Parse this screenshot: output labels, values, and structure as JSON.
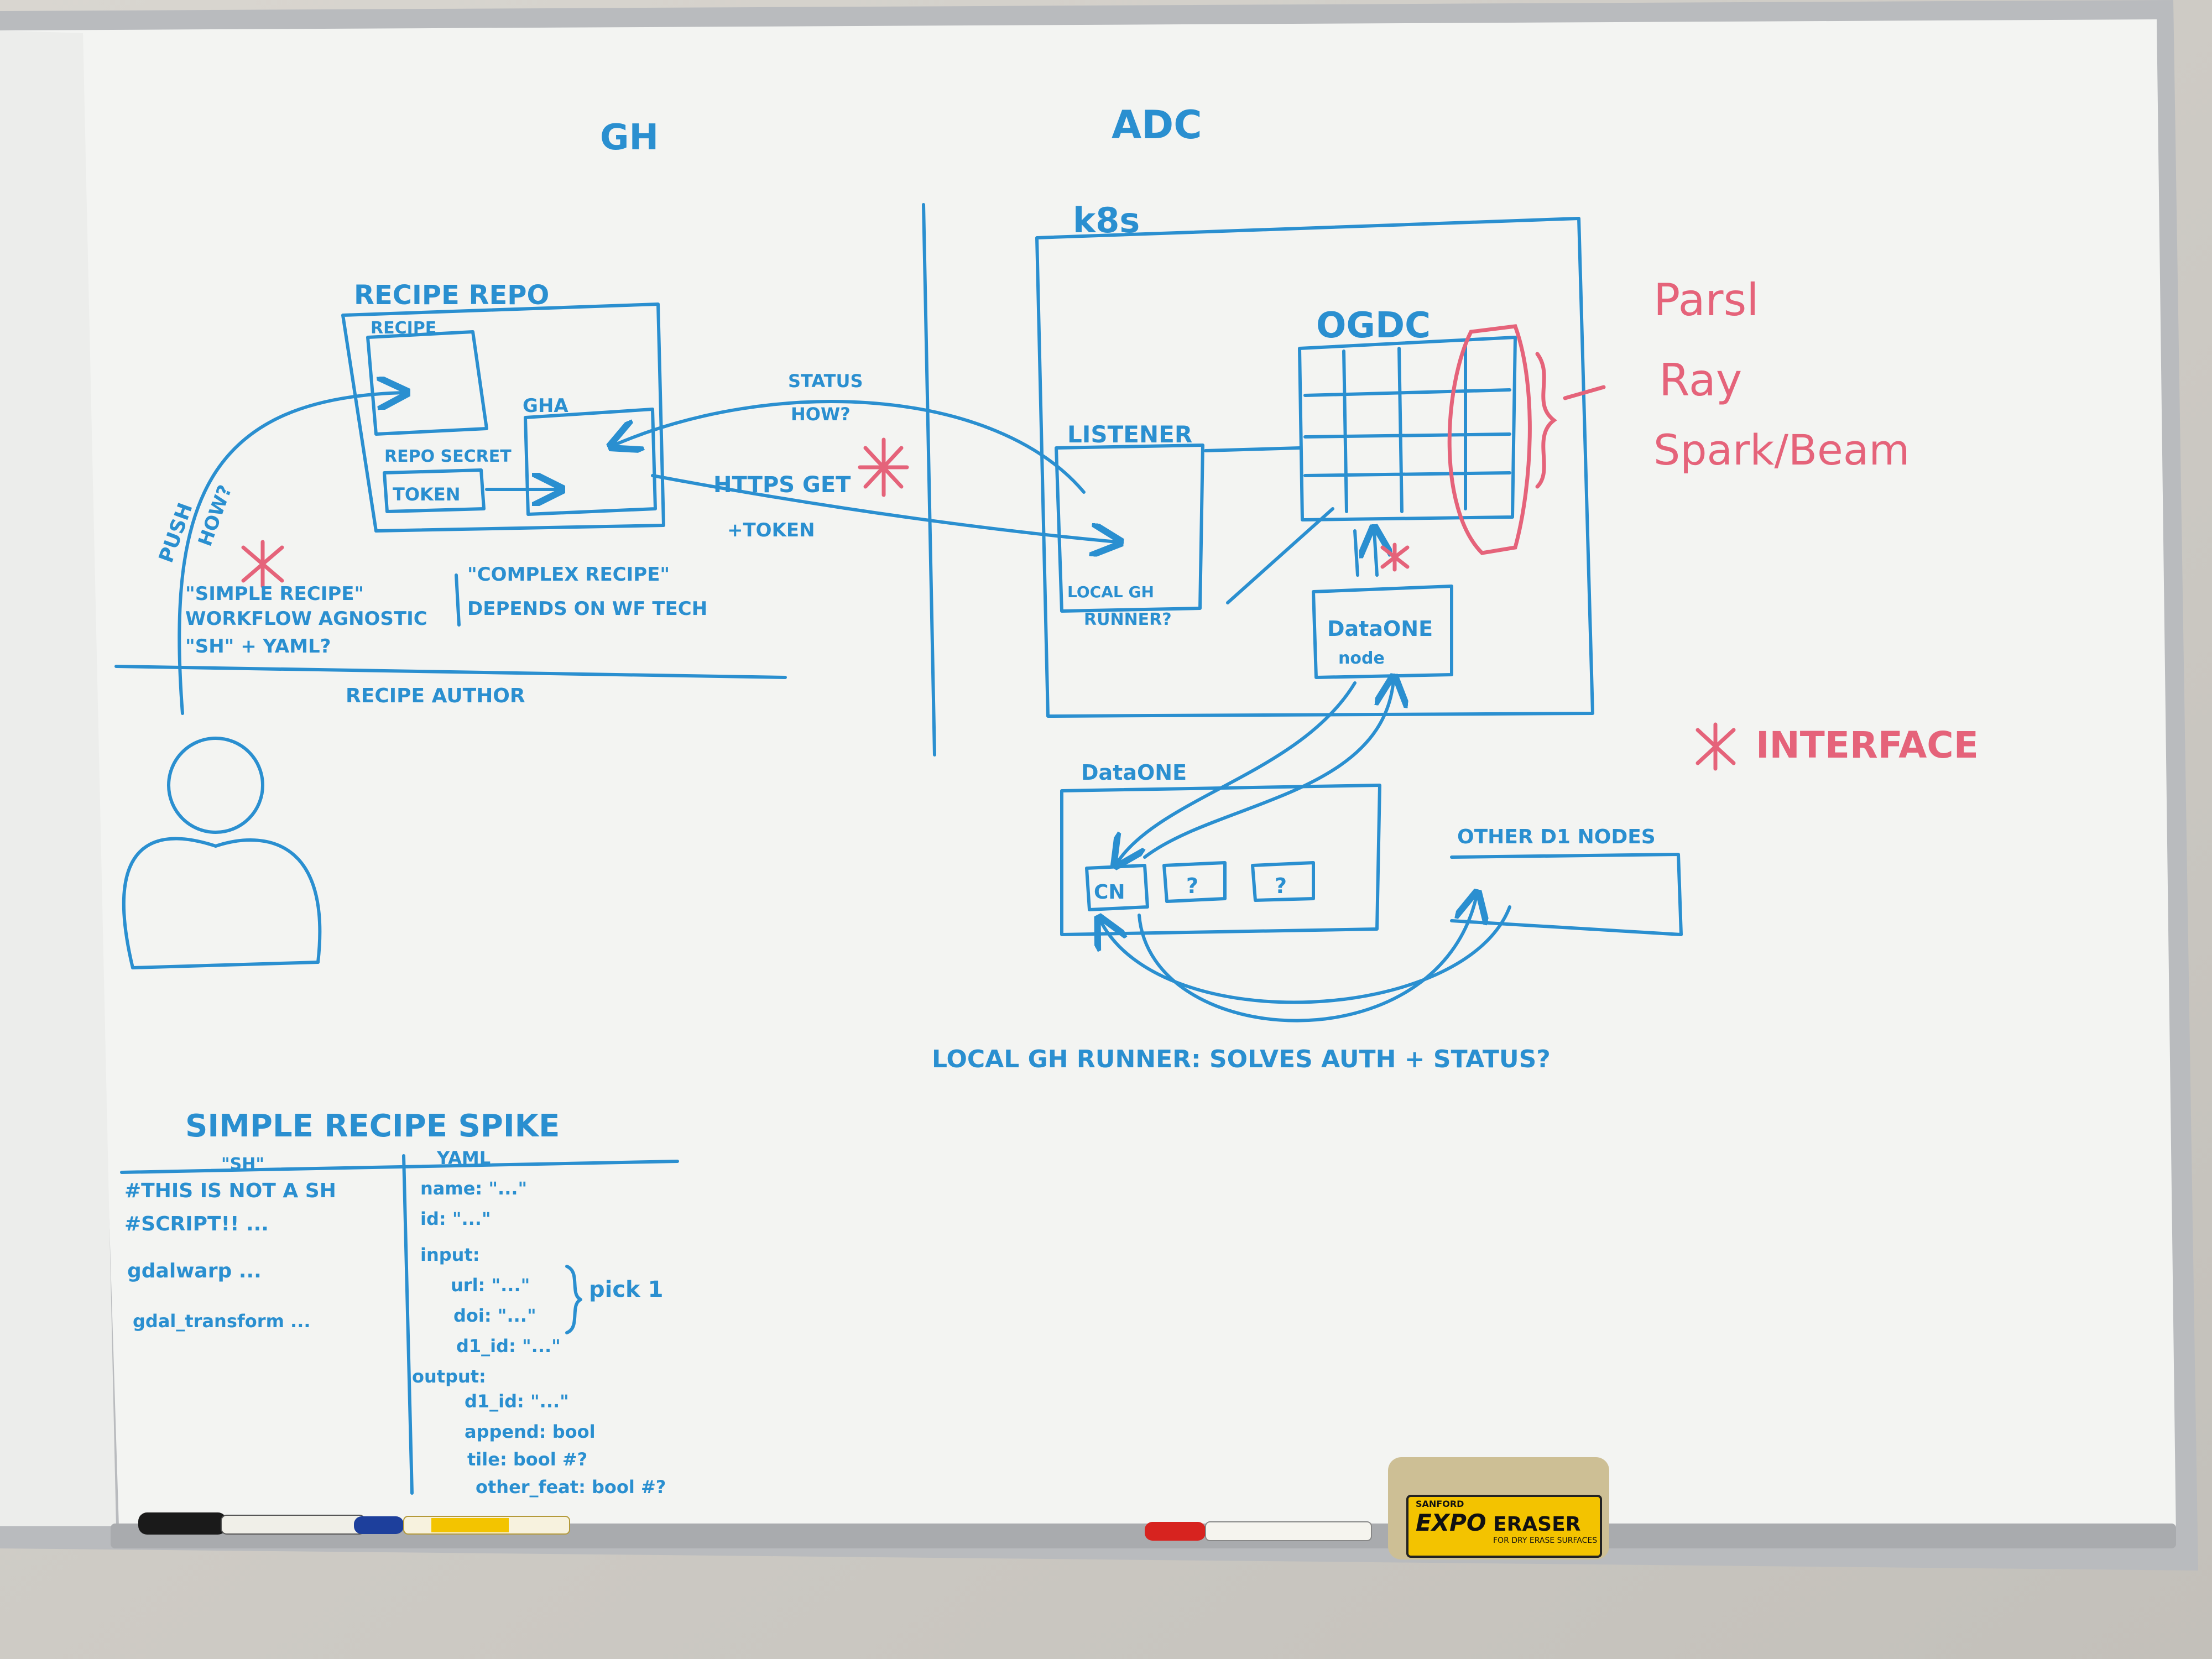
{
  "gh_section": {
    "title": "GH",
    "recipe_repo": {
      "title": "RECIPE REPO",
      "recipe_box": "RECIPE",
      "gha_box": "GHA",
      "repo_secret": "REPO SECRET",
      "token": "TOKEN"
    },
    "push_label": "PUSH",
    "how_label": "HOW?",
    "simple_recipe": [
      "\"SIMPLE RECIPE\"",
      "WORKFLOW AGNOSTIC",
      "\"SH\" + YAML?"
    ],
    "complex_recipe": [
      "\"COMPLEX RECIPE\"",
      "DEPENDS ON WF TECH"
    ],
    "recipe_author": "RECIPE AUTHOR"
  },
  "adc_section": {
    "title": "ADC",
    "k8s": "k8s",
    "ogdc": "OGDC",
    "listener": "LISTENER",
    "local_gh_runner": [
      "LOCAL GH",
      "RUNNER?"
    ],
    "dataone_node": [
      "DataONE",
      "node"
    ]
  },
  "arrows": {
    "status": "STATUS",
    "status_how": "HOW?",
    "https_get": "HTTPS GET",
    "token": "+TOKEN"
  },
  "engines": [
    "Parsl",
    "Ray",
    "Spark/Beam"
  ],
  "legend": "INTERFACE",
  "dataone": {
    "title": "DataONE",
    "cn": "CN",
    "unknown_1": "?",
    "unknown_2": "?",
    "other_nodes": "OTHER D1 NODES"
  },
  "runner_note": "LOCAL GH RUNNER: SOLVES AUTH + STATUS?",
  "spike": {
    "title": "SIMPLE RECIPE SPIKE",
    "sh_header": "\"SH\"",
    "yaml_header": "YAML",
    "sh_lines": [
      "#THIS IS NOT A SH",
      "#SCRIPT!! ...",
      "gdalwarp ...",
      "gdal_transform ..."
    ],
    "yaml_lines": [
      "name: \"...\"",
      "id: \"...\"",
      "input:",
      "url: \"...\"",
      "doi: \"...\"",
      "d1_id: \"...\"",
      "output:",
      "d1_id: \"...\"",
      "append: bool",
      "tile: bool #?",
      "other_feat: bool #?"
    ],
    "pick_note": "pick 1"
  },
  "tray": {
    "eraser_brand": "SANFORD",
    "eraser_logo": "EXPO",
    "eraser_word": "ERASER",
    "eraser_sub": "FOR DRY ERASE SURFACES"
  },
  "colors": {
    "marker_blue": "#2a8fd0",
    "marker_red": "#e5637a",
    "board": "#f3f4f2",
    "frame": "#b9bbbe"
  }
}
